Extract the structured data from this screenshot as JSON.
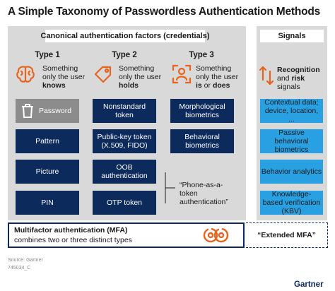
{
  "title": "A Simple Taxonomy of Passwordless Authentication Methods",
  "main_header": "Canonical authentication factors (credentials)",
  "signals_header": "Signals",
  "types": [
    {
      "label": "Type 1",
      "desc_pre": "Something only the user",
      "desc_bold": "knows",
      "desc_mid": "",
      "desc_bold2": "",
      "icon": "brain-icon"
    },
    {
      "label": "Type 2",
      "desc_pre": "Something only the user",
      "desc_bold": "holds",
      "desc_mid": "",
      "desc_bold2": "",
      "icon": "tag-icon"
    },
    {
      "label": "Type 3",
      "desc_pre": "Something only the user",
      "desc_bold": "is",
      "desc_mid": " or ",
      "desc_bold2": "does",
      "icon": "person-scan-icon"
    }
  ],
  "signals_intro": {
    "bold1": "Recognition",
    "mid": " and ",
    "bold2": "risk",
    "post": "signals",
    "icon": "arrows-swap-icon"
  },
  "type1_items": [
    "Password",
    "Pattern",
    "Picture",
    "PIN"
  ],
  "type2_items": [
    "Nonstandard token",
    "Public-key token (X.509, FIDO)",
    "OOB authentication",
    "OTP token"
  ],
  "type3_items": [
    "Morphological biometrics",
    "Behavioral biometrics"
  ],
  "phone_token_note": "“Phone-as-a-token authentication”",
  "signals_items": [
    "Contextual data: device, location, ...",
    "Passive behavioral biometrics",
    "Behavior analytics",
    "Knowledge-based verification (KBV)"
  ],
  "mfa": {
    "title": "Multifactor authentication (MFA)",
    "subtitle": "combines two or three distinct types",
    "icon": "linked-circles-icon"
  },
  "extended_mfa": "“Extended MFA”",
  "source": "Source: Gartner",
  "doc_id": "745034_C",
  "brand": "Gartner",
  "colors": {
    "navy": "#0d2a5c",
    "orange": "#e8641c",
    "blue": "#28a0e2",
    "grey_panel": "#d9d9d9",
    "greyed_box": "#8c8c8c"
  }
}
